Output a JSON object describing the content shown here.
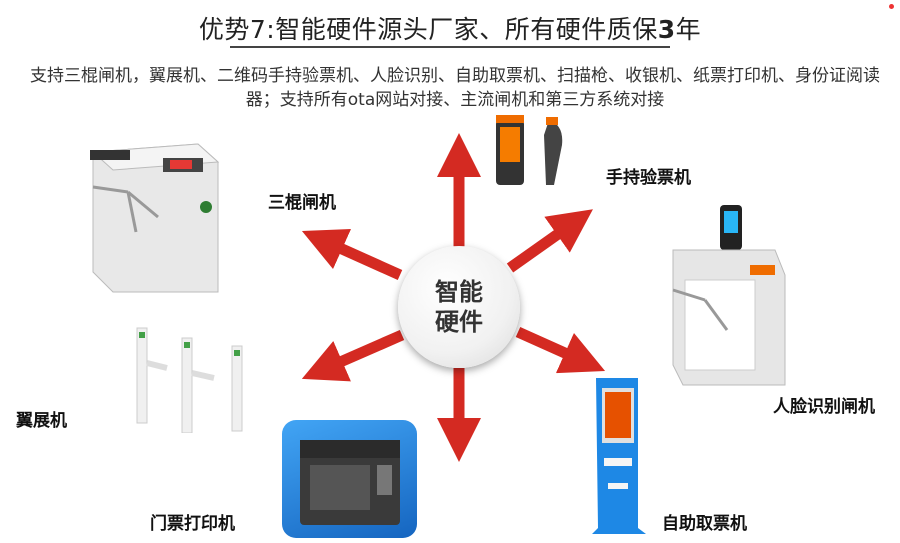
{
  "header": {
    "title_prefix": "优势7:智能硬件源头厂家、所有硬件质保",
    "title_number": "3",
    "title_suffix": "年",
    "description": "支持三棍闸机，翼展机、二维码手持验票机、人脸识别、自助取票机、扫描枪、收银机、纸票打印机、身份证阅读器；支持所有ota网站对接、主流闸机和第三方系统对接"
  },
  "hub": {
    "line1": "智能",
    "line2": "硬件"
  },
  "devices": {
    "tripod": "三棍闸机",
    "handheld": "手持验票机",
    "face": "人脸识别闸机",
    "wing": "翼展机",
    "printer": "门票打印机",
    "kiosk": "自助取票机"
  },
  "colors": {
    "arrow": "#d42a22",
    "kiosk_blue": "#1e88e5",
    "printer_bg": "#1565c0"
  }
}
